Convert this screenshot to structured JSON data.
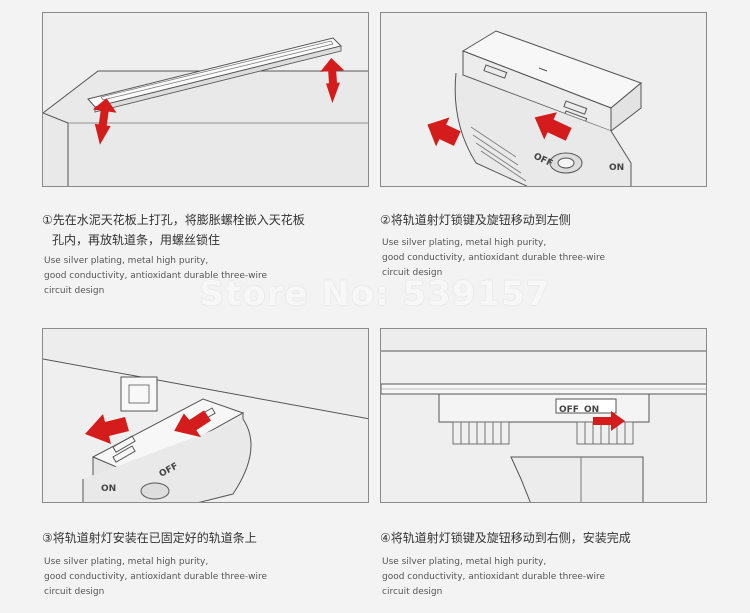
{
  "steps": [
    {
      "title": "①先在水泥天花板上打孔，将膨胀螺栓嵌入天花板",
      "title_line2": "孔内，再放轨道条，用螺丝锁住",
      "desc": [
        "Use silver plating, metal high purity,",
        "good conductivity, antioxidant durable three-wire",
        "circuit design"
      ]
    },
    {
      "title": "②将轨道射灯锁键及旋钮移动到左侧",
      "desc": [
        "Use silver plating, metal high purity,",
        "good conductivity, antioxidant durable three-wire",
        "circuit design"
      ],
      "labels": {
        "off": "OFF",
        "on": "ON"
      }
    },
    {
      "title": "③将轨道射灯安装在已固定好的轨道条上",
      "desc": [
        "Use silver plating, metal high purity,",
        "good conductivity, antioxidant durable three-wire",
        "circuit design"
      ],
      "labels": {
        "on": "ON",
        "off": "OFF"
      }
    },
    {
      "title": "④将轨道射灯锁键及旋钮移动到右侧，安装完成",
      "desc": [
        "Use silver plating, metal high purity,",
        "good conductivity, antioxidant durable three-wire",
        "circuit design"
      ],
      "labels": {
        "off": "OFF",
        "on": "ON"
      }
    }
  ],
  "watermark": "Store No: 539157",
  "colors": {
    "arrow": "#d41c1c",
    "line": "#555555",
    "panel": "#efefef"
  }
}
